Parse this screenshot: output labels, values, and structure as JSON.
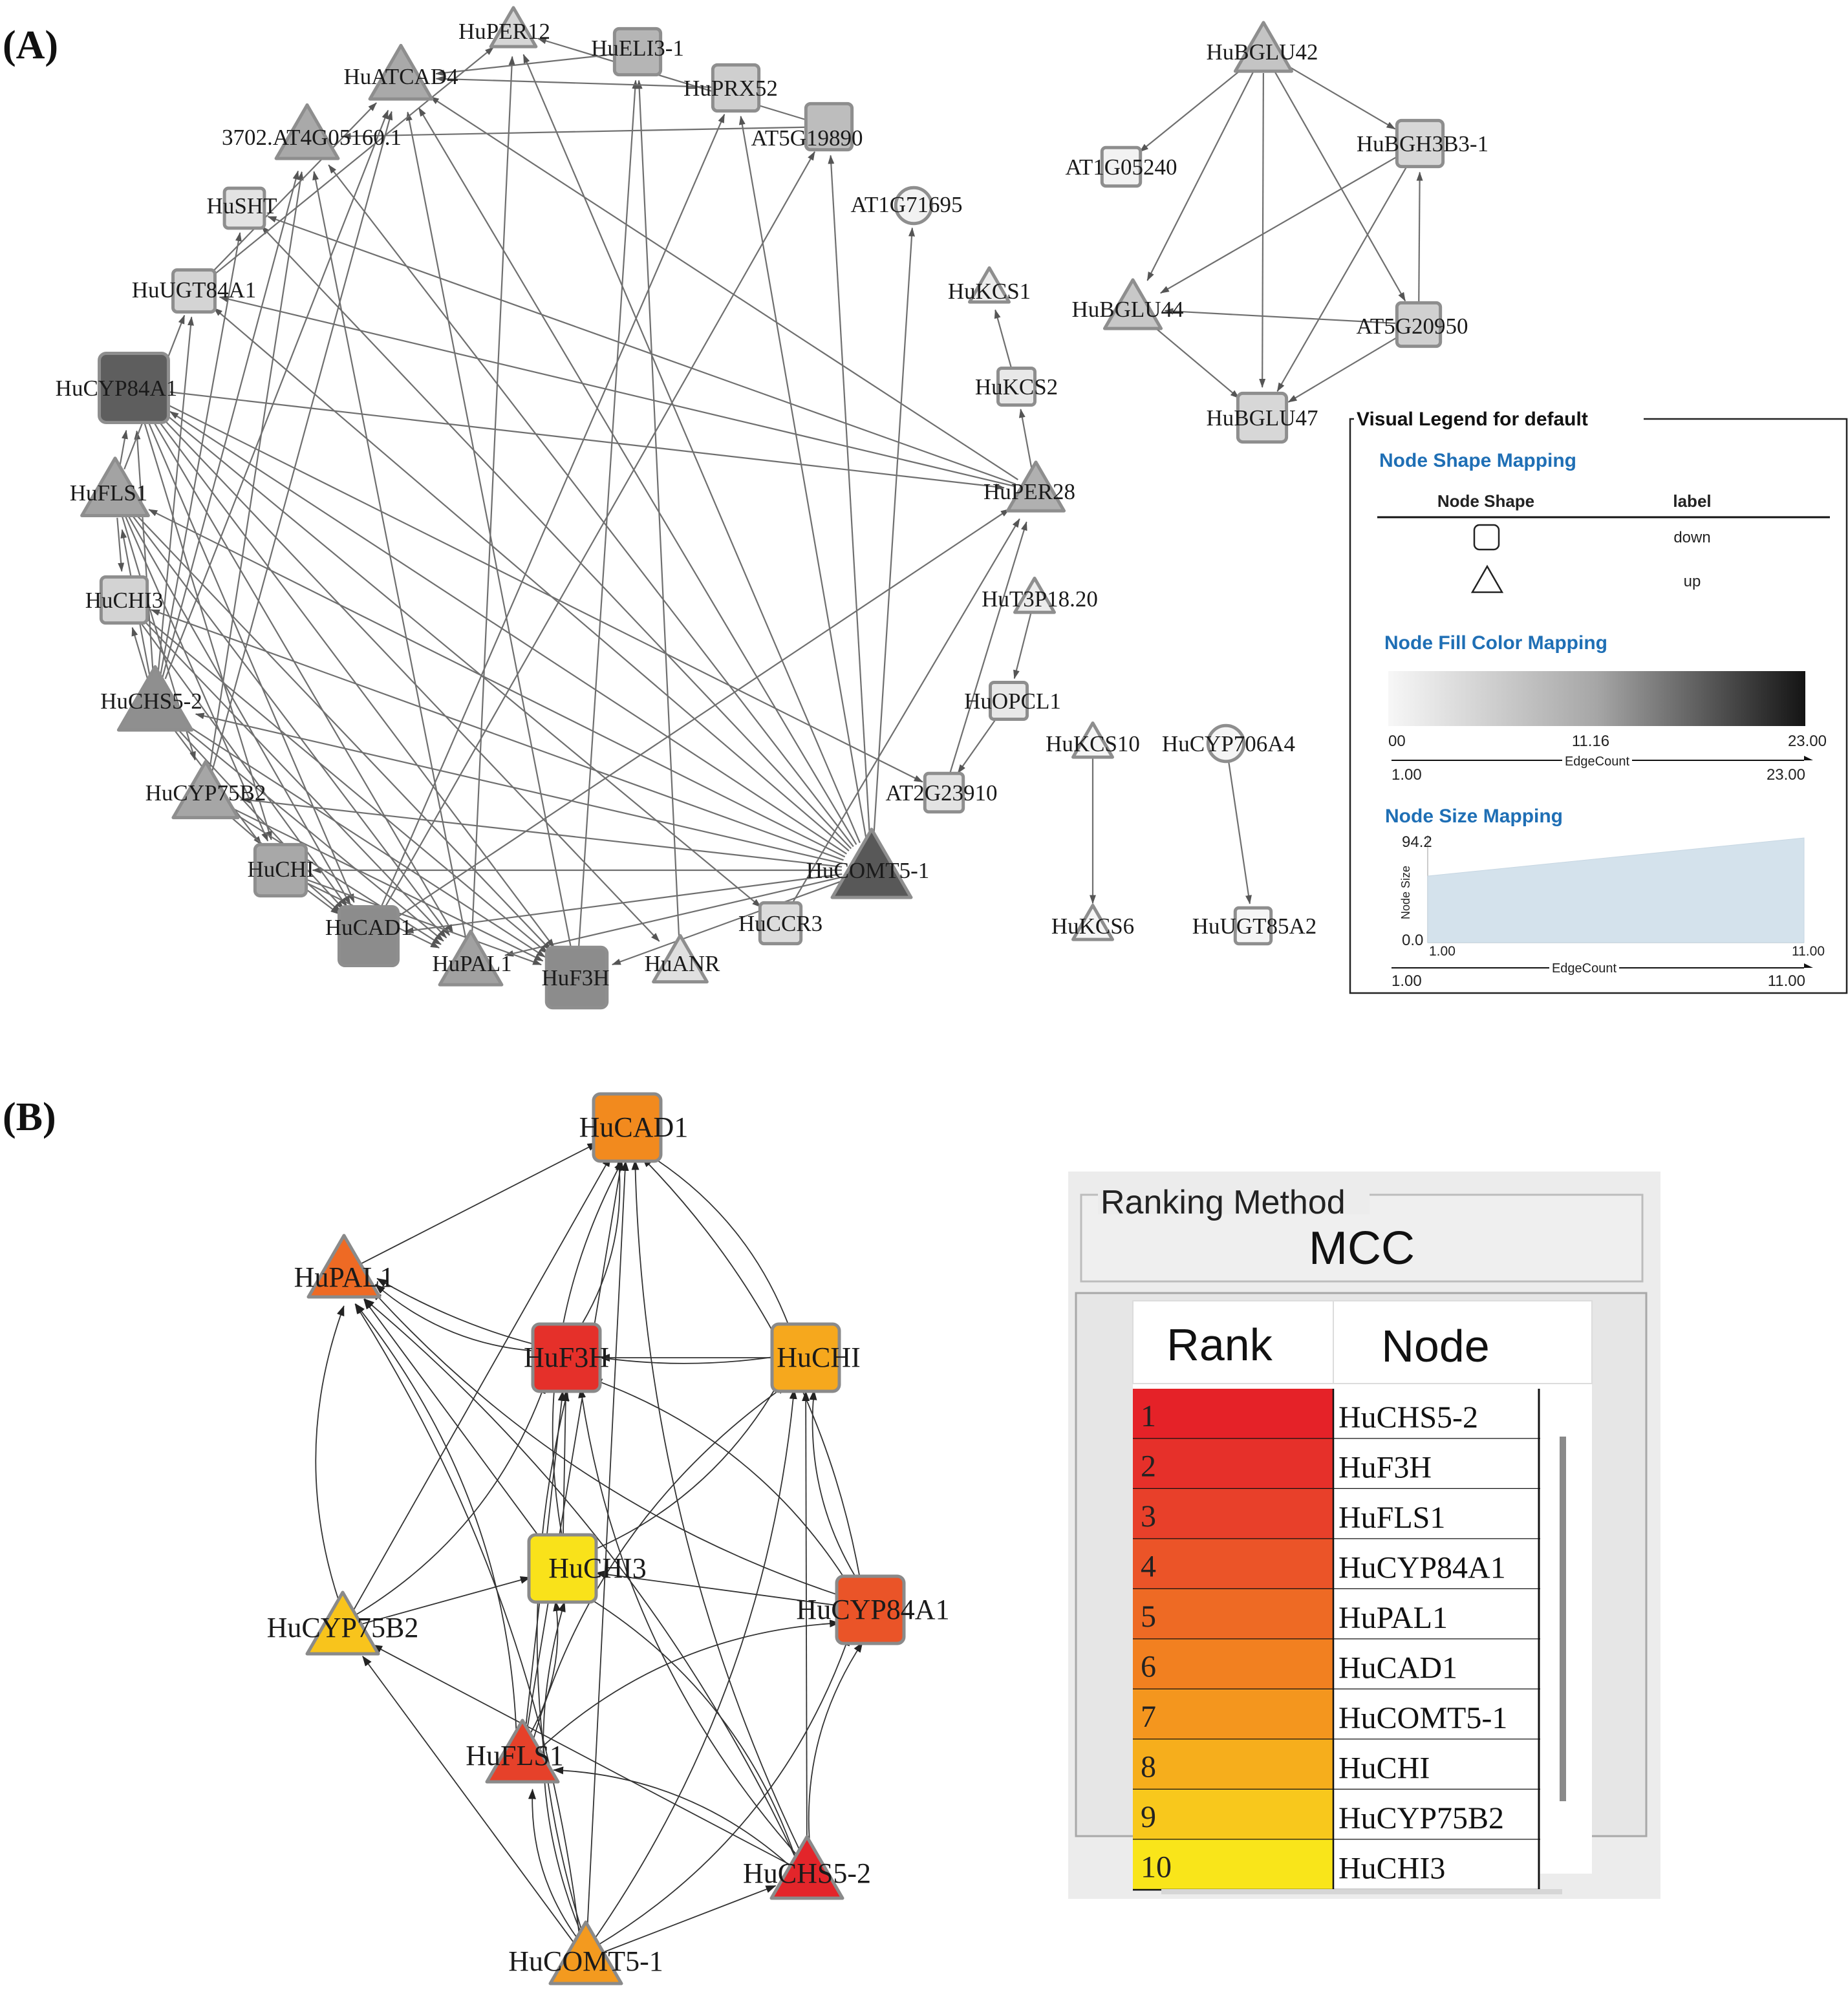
{
  "panel_a": {
    "label": "(A)",
    "nodes": [
      {
        "id": "HuPER12",
        "shape": "triangle",
        "fill": "#d6d6d6",
        "size": 80
      },
      {
        "id": "HuELI3-1",
        "shape": "square",
        "fill": "#b5b5b5",
        "size": 90
      },
      {
        "id": "HuATCAD4",
        "shape": "triangle",
        "fill": "#a9a9a9",
        "size": 110
      },
      {
        "id": "HuPRX52",
        "shape": "square",
        "fill": "#cfcfcf",
        "size": 90
      },
      {
        "id": "3702.AT4G05160.1",
        "shape": "triangle",
        "fill": "#a9a9a9",
        "size": 110
      },
      {
        "id": "AT5G19890",
        "shape": "square",
        "fill": "#bdbdbd",
        "size": 90
      },
      {
        "id": "AT1G71695",
        "shape": "circle",
        "fill": "#f2f2f2",
        "size": 70
      },
      {
        "id": "HuSHT",
        "shape": "square",
        "fill": "#e3e3e3",
        "size": 78
      },
      {
        "id": "HuUGT84A1",
        "shape": "square",
        "fill": "#d4d4d4",
        "size": 82
      },
      {
        "id": "HuKCS1",
        "shape": "triangle",
        "fill": "#ececec",
        "size": 70
      },
      {
        "id": "HuCYP84A1",
        "shape": "square",
        "fill": "#5e5e5e",
        "size": 135
      },
      {
        "id": "HuKCS2",
        "shape": "square",
        "fill": "#e8e8e8",
        "size": 72
      },
      {
        "id": "HuFLS1",
        "shape": "triangle",
        "fill": "#a3a3a3",
        "size": 118
      },
      {
        "id": "HuPER28",
        "shape": "triangle",
        "fill": "#b0b0b0",
        "size": 100
      },
      {
        "id": "HuCHI3",
        "shape": "square",
        "fill": "#d3d3d3",
        "size": 90
      },
      {
        "id": "HuT3P18.20",
        "shape": "triangle",
        "fill": "#ececec",
        "size": 70
      },
      {
        "id": "HuCHS5-2",
        "shape": "triangle",
        "fill": "#8f8f8f",
        "size": 130
      },
      {
        "id": "HuOPCL1",
        "shape": "square",
        "fill": "#e8e8e8",
        "size": 72
      },
      {
        "id": "HuCYP75B2",
        "shape": "triangle",
        "fill": "#a6a6a6",
        "size": 115
      },
      {
        "id": "AT2G23910",
        "shape": "square",
        "fill": "#e3e3e3",
        "size": 75
      },
      {
        "id": "HuCHI",
        "shape": "square",
        "fill": "#a8a8a8",
        "size": 100
      },
      {
        "id": "HuCOMT5-1",
        "shape": "triangle",
        "fill": "#585858",
        "size": 140
      },
      {
        "id": "HuCAD1",
        "shape": "square",
        "fill": "#8c8c8c",
        "size": 115
      },
      {
        "id": "HuCCR3",
        "shape": "square",
        "fill": "#dcdcdc",
        "size": 80
      },
      {
        "id": "HuPAL1",
        "shape": "triangle",
        "fill": "#a1a1a1",
        "size": 110
      },
      {
        "id": "HuF3H",
        "shape": "square",
        "fill": "#8c8c8c",
        "size": 118
      },
      {
        "id": "HuANR",
        "shape": "triangle",
        "fill": "#e0e0e0",
        "size": 95
      },
      {
        "id": "HuBGLU42",
        "shape": "triangle",
        "fill": "#c4c4c4",
        "size": 100
      },
      {
        "id": "AT1G05240",
        "shape": "square",
        "fill": "#f2f2f2",
        "size": 75
      },
      {
        "id": "HuBGH3B3-1",
        "shape": "square",
        "fill": "#d7d7d7",
        "size": 90
      },
      {
        "id": "HuBGLU44",
        "shape": "triangle",
        "fill": "#c8c8c8",
        "size": 100
      },
      {
        "id": "AT5G20950",
        "shape": "square",
        "fill": "#d0d0d0",
        "size": 85
      },
      {
        "id": "HuBGLU47",
        "shape": "square",
        "fill": "#d7d7d7",
        "size": 95
      },
      {
        "id": "HuKCS10",
        "shape": "triangle",
        "fill": "#f5f5f5",
        "size": 70
      },
      {
        "id": "HuCYP706A4",
        "shape": "circle",
        "fill": "#f5f5f5",
        "size": 70
      },
      {
        "id": "HuKCS6",
        "shape": "triangle",
        "fill": "#f5f5f5",
        "size": 70
      },
      {
        "id": "HuUGT85A2",
        "shape": "square",
        "fill": "#f5f5f5",
        "size": 70
      }
    ],
    "edges": [
      [
        "HuCOMT5-1",
        "HuCYP84A1"
      ],
      [
        "HuCOMT5-1",
        "HuFLS1"
      ],
      [
        "HuCOMT5-1",
        "HuCHI3"
      ],
      [
        "HuCOMT5-1",
        "HuCHS5-2"
      ],
      [
        "HuCOMT5-1",
        "HuCYP75B2"
      ],
      [
        "HuCOMT5-1",
        "HuCHI"
      ],
      [
        "HuCOMT5-1",
        "HuCAD1"
      ],
      [
        "HuCOMT5-1",
        "HuPAL1"
      ],
      [
        "HuCOMT5-1",
        "HuF3H"
      ],
      [
        "HuCOMT5-1",
        "HuATCAD4"
      ],
      [
        "HuCOMT5-1",
        "3702.AT4G05160.1"
      ],
      [
        "HuCOMT5-1",
        "HuPER12"
      ],
      [
        "HuCOMT5-1",
        "AT1G71695"
      ],
      [
        "HuCOMT5-1",
        "HuUGT84A1"
      ],
      [
        "HuCOMT5-1",
        "HuSHT"
      ],
      [
        "HuCHS5-2",
        "HuCYP84A1"
      ],
      [
        "HuCHS5-2",
        "HuFLS1"
      ],
      [
        "HuCHS5-2",
        "HuCHI3"
      ],
      [
        "HuCHS5-2",
        "HuUGT84A1"
      ],
      [
        "HuCHS5-2",
        "HuATCAD4"
      ],
      [
        "HuCHS5-2",
        "3702.AT4G05160.1"
      ],
      [
        "HuCHS5-2",
        "HuSHT"
      ],
      [
        "HuCHS5-2",
        "HuCAD1"
      ],
      [
        "HuCHS5-2",
        "HuF3H"
      ],
      [
        "HuCHS5-2",
        "HuPAL1"
      ],
      [
        "HuCHS5-2",
        "HuCHI"
      ],
      [
        "HuFLS1",
        "HuCYP84A1"
      ],
      [
        "HuFLS1",
        "HuCHI3"
      ],
      [
        "HuFLS1",
        "HuCAD1"
      ],
      [
        "HuFLS1",
        "HuPAL1"
      ],
      [
        "HuFLS1",
        "HuF3H"
      ],
      [
        "HuFLS1",
        "HuCHI"
      ],
      [
        "HuFLS1",
        "HuCYP75B2"
      ],
      [
        "HuFLS1",
        "HuUGT84A1"
      ],
      [
        "HuCYP84A1",
        "HuCAD1"
      ],
      [
        "HuCYP84A1",
        "HuPAL1"
      ],
      [
        "HuCYP84A1",
        "HuF3H"
      ],
      [
        "HuCYP84A1",
        "HuCHI"
      ],
      [
        "HuCYP84A1",
        "HuPER28"
      ],
      [
        "HuCYP84A1",
        "HuANR"
      ],
      [
        "HuCYP84A1",
        "HuCCR3"
      ],
      [
        "HuCYP84A1",
        "AT2G23910"
      ],
      [
        "HuCYP75B2",
        "HuCAD1"
      ],
      [
        "HuCYP75B2",
        "HuPAL1"
      ],
      [
        "HuCYP75B2",
        "HuF3H"
      ],
      [
        "HuCYP75B2",
        "HuATCAD4"
      ],
      [
        "HuCYP75B2",
        "3702.AT4G05160.1"
      ],
      [
        "HuCHI",
        "HuCAD1"
      ],
      [
        "HuCHI",
        "HuPAL1"
      ],
      [
        "HuCHI",
        "HuF3H"
      ],
      [
        "HuCHI3",
        "HuCAD1"
      ],
      [
        "HuCHI3",
        "HuF3H"
      ],
      [
        "HuCHI3",
        "HuPAL1"
      ],
      [
        "HuCAD1",
        "HuPER28"
      ],
      [
        "HuCAD1",
        "AT5G19890"
      ],
      [
        "HuCAD1",
        "HuPRX52"
      ],
      [
        "HuF3H",
        "HuELI3-1"
      ],
      [
        "HuF3H",
        "HuATCAD4"
      ],
      [
        "HuPAL1",
        "3702.AT4G05160.1"
      ],
      [
        "HuPAL1",
        "HuPER12"
      ],
      [
        "HuANR",
        "HuELI3-1"
      ],
      [
        "HuCCR3",
        "HuPER28"
      ],
      [
        "HuUGT84A1",
        "HuATCAD4"
      ],
      [
        "HuUGT84A1",
        "HuPER12"
      ],
      [
        "HuPER28",
        "HuSHT"
      ],
      [
        "HuPER28",
        "HuUGT84A1"
      ],
      [
        "HuPER28",
        "HuATCAD4"
      ],
      [
        "HuPER28",
        "HuKCS2"
      ],
      [
        "HuPRX52",
        "HuATCAD4"
      ],
      [
        "HuELI3-1",
        "HuATCAD4"
      ],
      [
        "AT5G19890",
        "HuPER12"
      ],
      [
        "AT5G19890",
        "3702.AT4G05160.1"
      ],
      [
        "HuKCS2",
        "HuKCS1"
      ],
      [
        "HuT3P18.20",
        "HuOPCL1"
      ],
      [
        "HuOPCL1",
        "AT2G23910"
      ],
      [
        "AT2G23910",
        "HuPER28"
      ],
      [
        "HuCOMT5-1",
        "HuPRX52"
      ],
      [
        "HuCOMT5-1",
        "AT5G19890"
      ],
      [
        "HuBGLU42",
        "AT1G05240"
      ],
      [
        "HuBGLU42",
        "HuBGH3B3-1"
      ],
      [
        "HuBGLU42",
        "HuBGLU44"
      ],
      [
        "HuBGLU42",
        "HuBGLU47"
      ],
      [
        "HuBGLU42",
        "AT5G20950"
      ],
      [
        "HuBGH3B3-1",
        "HuBGLU44"
      ],
      [
        "HuBGH3B3-1",
        "HuBGLU47"
      ],
      [
        "AT5G20950",
        "HuBGH3B3-1"
      ],
      [
        "AT5G20950",
        "HuBGLU44"
      ],
      [
        "AT5G20950",
        "HuBGLU47"
      ],
      [
        "HuBGLU44",
        "HuBGLU47"
      ],
      [
        "HuKCS10",
        "HuKCS6"
      ],
      [
        "HuCYP706A4",
        "HuUGT85A2"
      ]
    ]
  },
  "legend": {
    "title": "Visual Legend for default",
    "shape_section": "Node Shape Mapping",
    "shape_col1": "Node Shape",
    "shape_col2": "label",
    "shape_rows": [
      {
        "shape": "square",
        "label": "down"
      },
      {
        "shape": "triangle",
        "label": "up"
      }
    ],
    "fill_section": "Node Fill Color Mapping",
    "fill_min": "00",
    "fill_mid": "11.16",
    "fill_max": "23.00",
    "fill_axis_min": "1.00",
    "fill_axis_label": "EdgeCount",
    "fill_axis_max": "23.00",
    "size_section": "Node Size Mapping",
    "size_ymax": "94.2",
    "size_ymin": "0.0",
    "size_ylabel": "Node Size",
    "size_xmin": "1.00",
    "size_xmax": "11.00",
    "size_axis_min": "1.00",
    "size_axis_label": "EdgeCount",
    "size_axis_max": "11.00"
  },
  "panel_b": {
    "label": "(B)",
    "nodes": [
      {
        "id": "HuCAD1",
        "shape": "square",
        "fill": "#f28a1e"
      },
      {
        "id": "HuPAL1",
        "shape": "triangle",
        "fill": "#ee6a24"
      },
      {
        "id": "HuF3H",
        "shape": "square",
        "fill": "#e5302a"
      },
      {
        "id": "HuCHI",
        "shape": "square",
        "fill": "#f6a81d"
      },
      {
        "id": "HuCHI3",
        "shape": "square",
        "fill": "#f9e21a"
      },
      {
        "id": "HuCYP84A1",
        "shape": "square",
        "fill": "#ea5428"
      },
      {
        "id": "HuCYP75B2",
        "shape": "triangle",
        "fill": "#f8c41c"
      },
      {
        "id": "HuFLS1",
        "shape": "triangle",
        "fill": "#e6412a"
      },
      {
        "id": "HuCHS5-2",
        "shape": "triangle",
        "fill": "#e3252a"
      },
      {
        "id": "HuCOMT5-1",
        "shape": "triangle",
        "fill": "#f39a1f"
      }
    ],
    "edges": [
      [
        "HuPAL1",
        "HuCAD1"
      ],
      [
        "HuF3H",
        "HuCAD1"
      ],
      [
        "HuF3H",
        "HuPAL1"
      ],
      [
        "HuCHI",
        "HuF3H"
      ],
      [
        "HuCHI",
        "HuPAL1"
      ],
      [
        "HuCHI",
        "HuCAD1"
      ],
      [
        "HuCHI3",
        "HuF3H"
      ],
      [
        "HuCHI3",
        "HuCHI"
      ],
      [
        "HuCHI3",
        "HuCAD1"
      ],
      [
        "HuCHI3",
        "HuPAL1"
      ],
      [
        "HuCYP84A1",
        "HuCHI"
      ],
      [
        "HuCYP84A1",
        "HuF3H"
      ],
      [
        "HuCYP84A1",
        "HuCHI3"
      ],
      [
        "HuCYP84A1",
        "HuCAD1"
      ],
      [
        "HuCYP84A1",
        "HuPAL1"
      ],
      [
        "HuCYP75B2",
        "HuCHI3"
      ],
      [
        "HuCYP75B2",
        "HuPAL1"
      ],
      [
        "HuCYP75B2",
        "HuF3H"
      ],
      [
        "HuCYP75B2",
        "HuCAD1"
      ],
      [
        "HuFLS1",
        "HuCHI3"
      ],
      [
        "HuFLS1",
        "HuCYP84A1"
      ],
      [
        "HuFLS1",
        "HuF3H"
      ],
      [
        "HuFLS1",
        "HuCHI"
      ],
      [
        "HuFLS1",
        "HuPAL1"
      ],
      [
        "HuFLS1",
        "HuCAD1"
      ],
      [
        "HuCHS5-2",
        "HuFLS1"
      ],
      [
        "HuCHS5-2",
        "HuCYP84A1"
      ],
      [
        "HuCHS5-2",
        "HuCHI"
      ],
      [
        "HuCHS5-2",
        "HuF3H"
      ],
      [
        "HuCHS5-2",
        "HuPAL1"
      ],
      [
        "HuCHS5-2",
        "HuCYP75B2"
      ],
      [
        "HuCHS5-2",
        "HuCHI3"
      ],
      [
        "HuCHS5-2",
        "HuCAD1"
      ],
      [
        "HuCOMT5-1",
        "HuCHS5-2"
      ],
      [
        "HuCOMT5-1",
        "HuFLS1"
      ],
      [
        "HuCOMT5-1",
        "HuCYP84A1"
      ],
      [
        "HuCOMT5-1",
        "HuCYP75B2"
      ],
      [
        "HuCOMT5-1",
        "HuPAL1"
      ],
      [
        "HuCOMT5-1",
        "HuCHI3"
      ],
      [
        "HuCOMT5-1",
        "HuCAD1"
      ],
      [
        "HuCOMT5-1",
        "HuF3H"
      ],
      [
        "HuCOMT5-1",
        "HuCHI"
      ]
    ]
  },
  "ranking": {
    "method_label": "Ranking Method",
    "method": "MCC",
    "col_rank": "Rank",
    "col_node": "Node",
    "rows": [
      {
        "rank": "1",
        "node": "HuCHS5-2",
        "color": "#e52228"
      },
      {
        "rank": "2",
        "node": "HuF3H",
        "color": "#e6302a"
      },
      {
        "rank": "3",
        "node": "HuFLS1",
        "color": "#e8402a"
      },
      {
        "rank": "4",
        "node": "HuCYP84A1",
        "color": "#eb5428"
      },
      {
        "rank": "5",
        "node": "HuPAL1",
        "color": "#ee6a24"
      },
      {
        "rank": "6",
        "node": "HuCAD1",
        "color": "#f28020"
      },
      {
        "rank": "7",
        "node": "HuCOMT5-1",
        "color": "#f4961e"
      },
      {
        "rank": "8",
        "node": "HuCHI",
        "color": "#f6ae1c"
      },
      {
        "rank": "9",
        "node": "HuCYP75B2",
        "color": "#f8c81c"
      },
      {
        "rank": "10",
        "node": "HuCHI3",
        "color": "#f9e51a"
      }
    ]
  }
}
